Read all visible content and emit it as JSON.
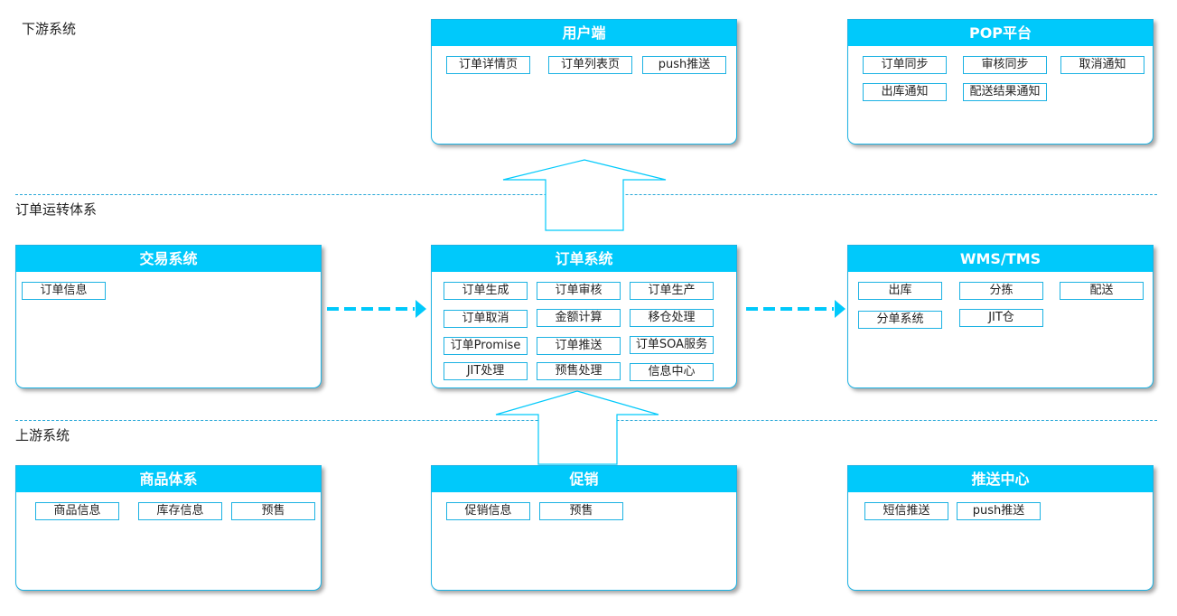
{
  "sections": {
    "downstream": "下游系统",
    "core": "订单运转体系",
    "upstream": "上游系统"
  },
  "cards": {
    "client": {
      "title": "用户端",
      "items": [
        "订单详情页",
        "订单列表页",
        "push推送"
      ]
    },
    "pop": {
      "title": "POP平台",
      "items": [
        "订单同步",
        "审核同步",
        "取消通知",
        "出库通知",
        "配送结果通知"
      ]
    },
    "trade": {
      "title": "交易系统",
      "items": [
        "订单信息"
      ]
    },
    "order": {
      "title": "订单系统",
      "items": [
        "订单生成",
        "订单审核",
        "订单生产",
        "订单取消",
        "金额计算",
        "移仓处理",
        "订单Promise",
        "订单推送",
        "订单SOA服务",
        "JIT处理",
        "预售处理",
        "信息中心"
      ]
    },
    "wms": {
      "title": "WMS/TMS",
      "items": [
        "出库",
        "分拣",
        "配送",
        "分单系统",
        "JIT仓"
      ]
    },
    "product": {
      "title": "商品体系",
      "items": [
        "商品信息",
        "库存信息",
        "预售"
      ]
    },
    "promo": {
      "title": "促销",
      "items": [
        "促销信息",
        "预售"
      ]
    },
    "push": {
      "title": "推送中心",
      "items": [
        "短信推送",
        "push推送"
      ]
    }
  },
  "colors": {
    "header": "#00c9fb",
    "border": "#1cb2e3",
    "arrow": "#00c9fb",
    "divider": "#29a8d8"
  }
}
